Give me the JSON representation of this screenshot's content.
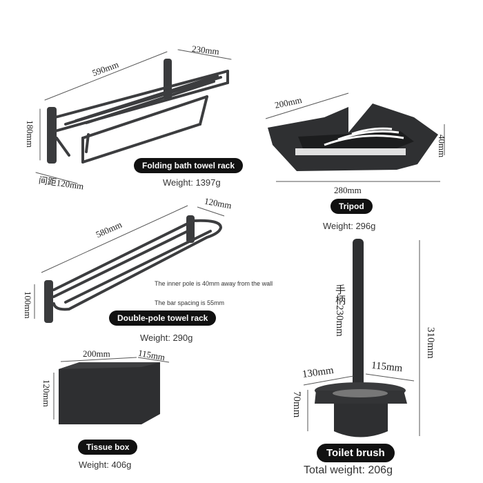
{
  "towel_rack": {
    "dim_width": "590mm",
    "dim_depth": "230mm",
    "dim_height": "180mm",
    "dim_spacing": "间距120mm",
    "name": "Folding bath towel rack",
    "weight": "Weight: 1397g"
  },
  "tripod": {
    "dim_side": "200mm",
    "dim_width": "280mm",
    "dim_height": "40mm",
    "name": "Tripod",
    "weight": "Weight: 296g"
  },
  "double_pole": {
    "dim_width": "580mm",
    "dim_depth": "120mm",
    "dim_height": "100mm",
    "note_inner": "The inner pole is 40mm away from the wall",
    "note_spacing": "The bar spacing is 55mm",
    "name": "Double-pole towel rack",
    "weight": "Weight: 290g"
  },
  "tissue_box": {
    "dim_width": "200mm",
    "dim_depth": "115mm",
    "dim_height": "120mm",
    "name": "Tissue box",
    "weight": "Weight: 406g"
  },
  "toilet_brush": {
    "dim_handle": "手柄230mm",
    "dim_total": "310mm",
    "dim_left": "130mm",
    "dim_right": "115mm",
    "dim_cup": "70mm",
    "name": "Toilet brush",
    "weight": "Total weight: 206g"
  },
  "colors": {
    "product": "#2e2f31",
    "pill": "#111111"
  }
}
